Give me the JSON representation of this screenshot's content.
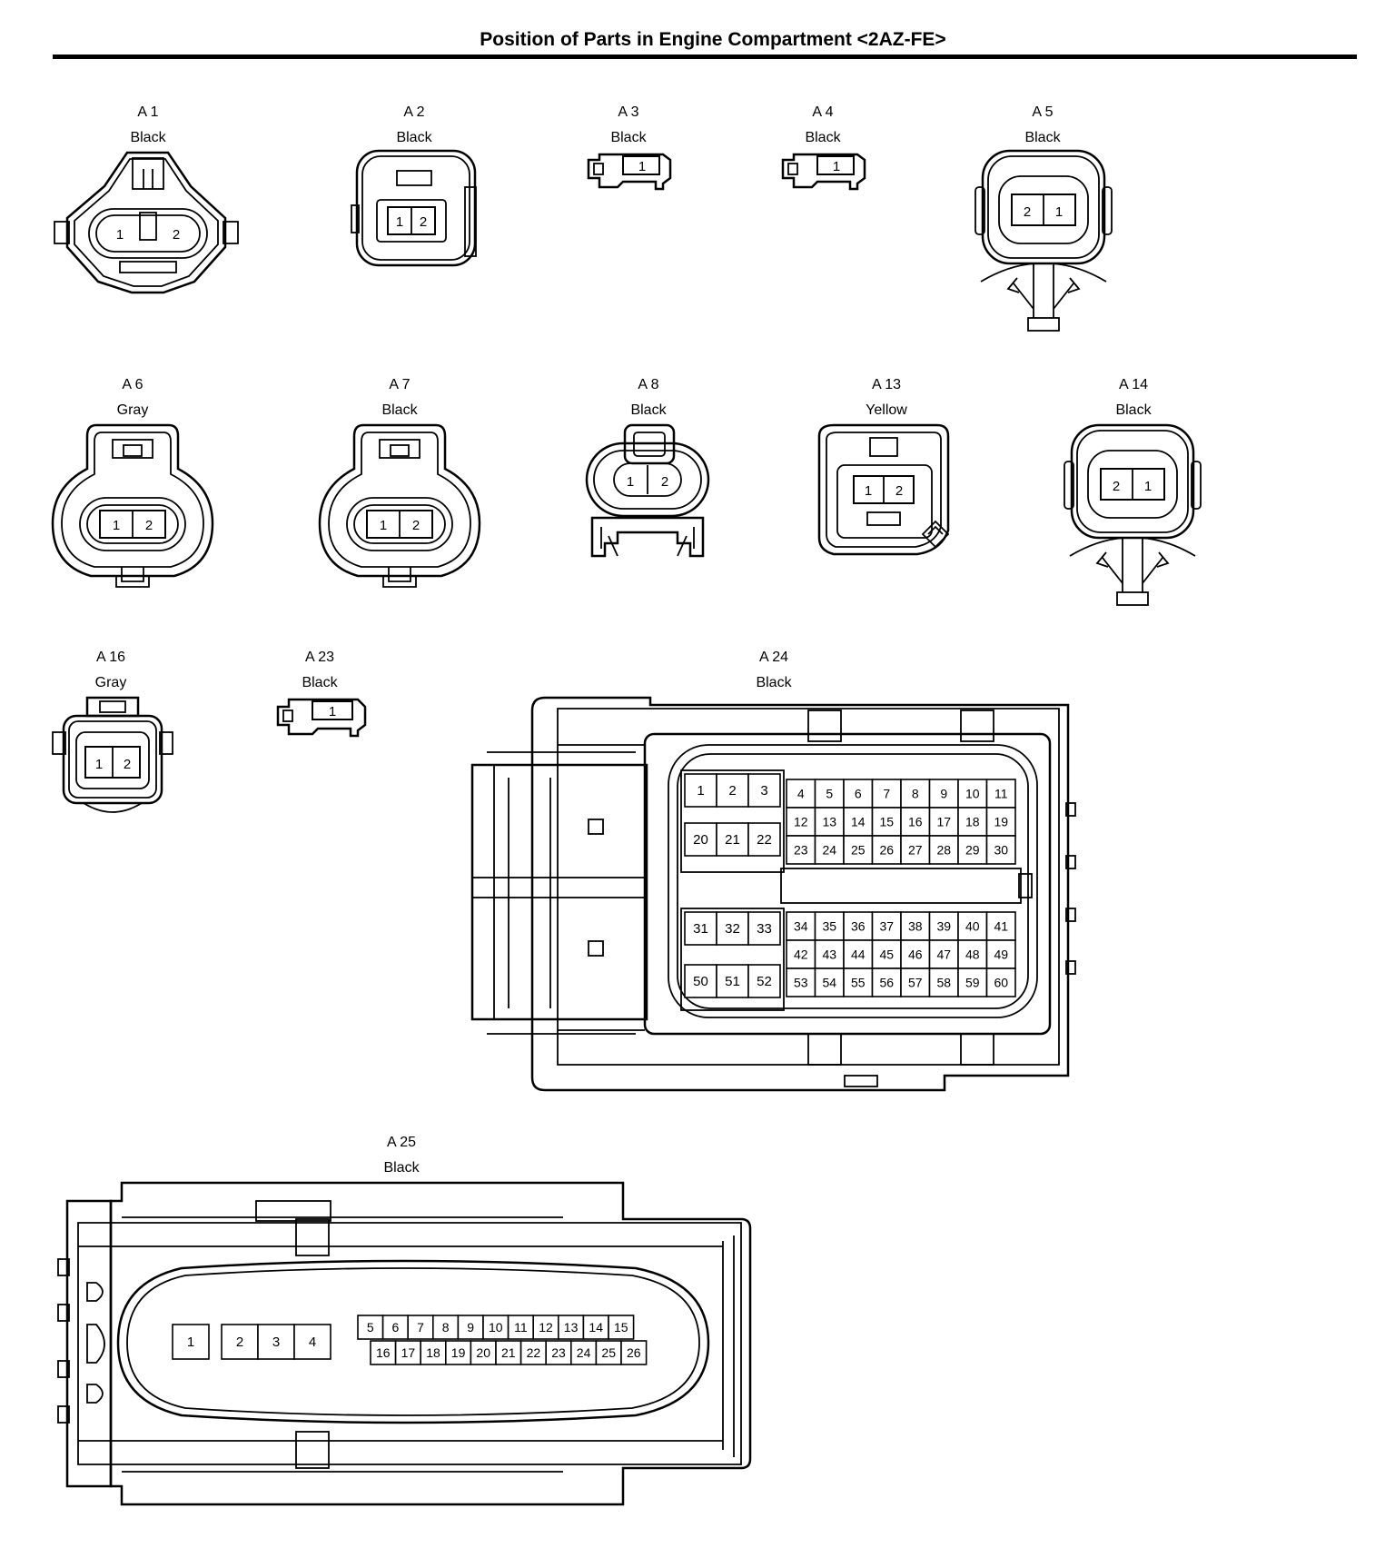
{
  "title": "Position of Parts in Engine Compartment <2AZ-FE>",
  "connectors": {
    "A1": {
      "id": "A 1",
      "color": "Black",
      "pins": [
        "1",
        "2"
      ]
    },
    "A2": {
      "id": "A 2",
      "color": "Black",
      "pins": [
        "1",
        "2"
      ]
    },
    "A3": {
      "id": "A 3",
      "color": "Black",
      "pins": [
        "1"
      ]
    },
    "A4": {
      "id": "A 4",
      "color": "Black",
      "pins": [
        "1"
      ]
    },
    "A5": {
      "id": "A 5",
      "color": "Black",
      "pins": [
        "2",
        "1"
      ]
    },
    "A6": {
      "id": "A 6",
      "color": "Gray",
      "pins": [
        "1",
        "2"
      ]
    },
    "A7": {
      "id": "A 7",
      "color": "Black",
      "pins": [
        "1",
        "2"
      ]
    },
    "A8": {
      "id": "A 8",
      "color": "Black",
      "pins": [
        "1",
        "2"
      ]
    },
    "A13": {
      "id": "A 13",
      "color": "Yellow",
      "pins": [
        "1",
        "2"
      ]
    },
    "A14": {
      "id": "A 14",
      "color": "Black",
      "pins": [
        "2",
        "1"
      ]
    },
    "A16": {
      "id": "A 16",
      "color": "Gray",
      "pins": [
        "1",
        "2"
      ]
    },
    "A23": {
      "id": "A 23",
      "color": "Black",
      "pins": [
        "1"
      ]
    },
    "A24": {
      "id": "A 24",
      "color": "Black",
      "pins": [
        "1",
        "2",
        "3",
        "4",
        "5",
        "6",
        "7",
        "8",
        "9",
        "10",
        "11",
        "12",
        "13",
        "14",
        "15",
        "16",
        "17",
        "18",
        "19",
        "20",
        "21",
        "22",
        "23",
        "24",
        "25",
        "26",
        "27",
        "28",
        "29",
        "30",
        "31",
        "32",
        "33",
        "34",
        "35",
        "36",
        "37",
        "38",
        "39",
        "40",
        "41",
        "42",
        "43",
        "44",
        "45",
        "46",
        "47",
        "48",
        "49",
        "50",
        "51",
        "52",
        "53",
        "54",
        "55",
        "56",
        "57",
        "58",
        "59",
        "60"
      ]
    },
    "A25": {
      "id": "A 25",
      "color": "Black",
      "pins": [
        "1",
        "2",
        "3",
        "4",
        "5",
        "6",
        "7",
        "8",
        "9",
        "10",
        "11",
        "12",
        "13",
        "14",
        "15",
        "16",
        "17",
        "18",
        "19",
        "20",
        "21",
        "22",
        "23",
        "24",
        "25",
        "26"
      ]
    }
  }
}
